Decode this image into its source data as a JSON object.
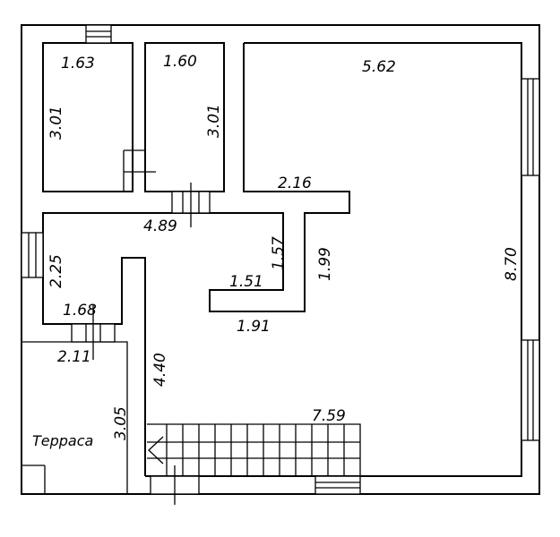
{
  "plan": {
    "rooms": {
      "terrace": {
        "label": "Терраса"
      }
    },
    "dimensions": {
      "top_left_room_width": "1.63",
      "top_left_room_height": "3.01",
      "top_mid_room_width": "1.60",
      "top_mid_room_height": "3.01",
      "main_hall_width": "5.62",
      "main_hall_step": "2.16",
      "main_hall_height": "8.70",
      "corridor_width": "4.89",
      "corridor_inner_height": "1.57",
      "corridor_inner_width": "1.51",
      "corridor_right_height": "1.99",
      "corridor_bottom_width": "1.91",
      "left_room_height": "2.25",
      "left_room_width": "1.68",
      "terrace_width": "2.11",
      "terrace_height": "3.05",
      "partition_height": "4.40",
      "stair_width": "7.59"
    }
  }
}
